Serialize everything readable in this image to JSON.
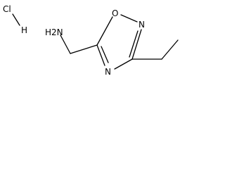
{
  "molecule": {
    "salt": {
      "cl": "Cl",
      "h": "H"
    },
    "amine_label": "H2N",
    "ring_oxygen": "O",
    "ring_nitrogen_top": "N",
    "ring_nitrogen_bottom": "N"
  },
  "colors": {
    "ink": "#000000",
    "background": "#ffffff"
  }
}
